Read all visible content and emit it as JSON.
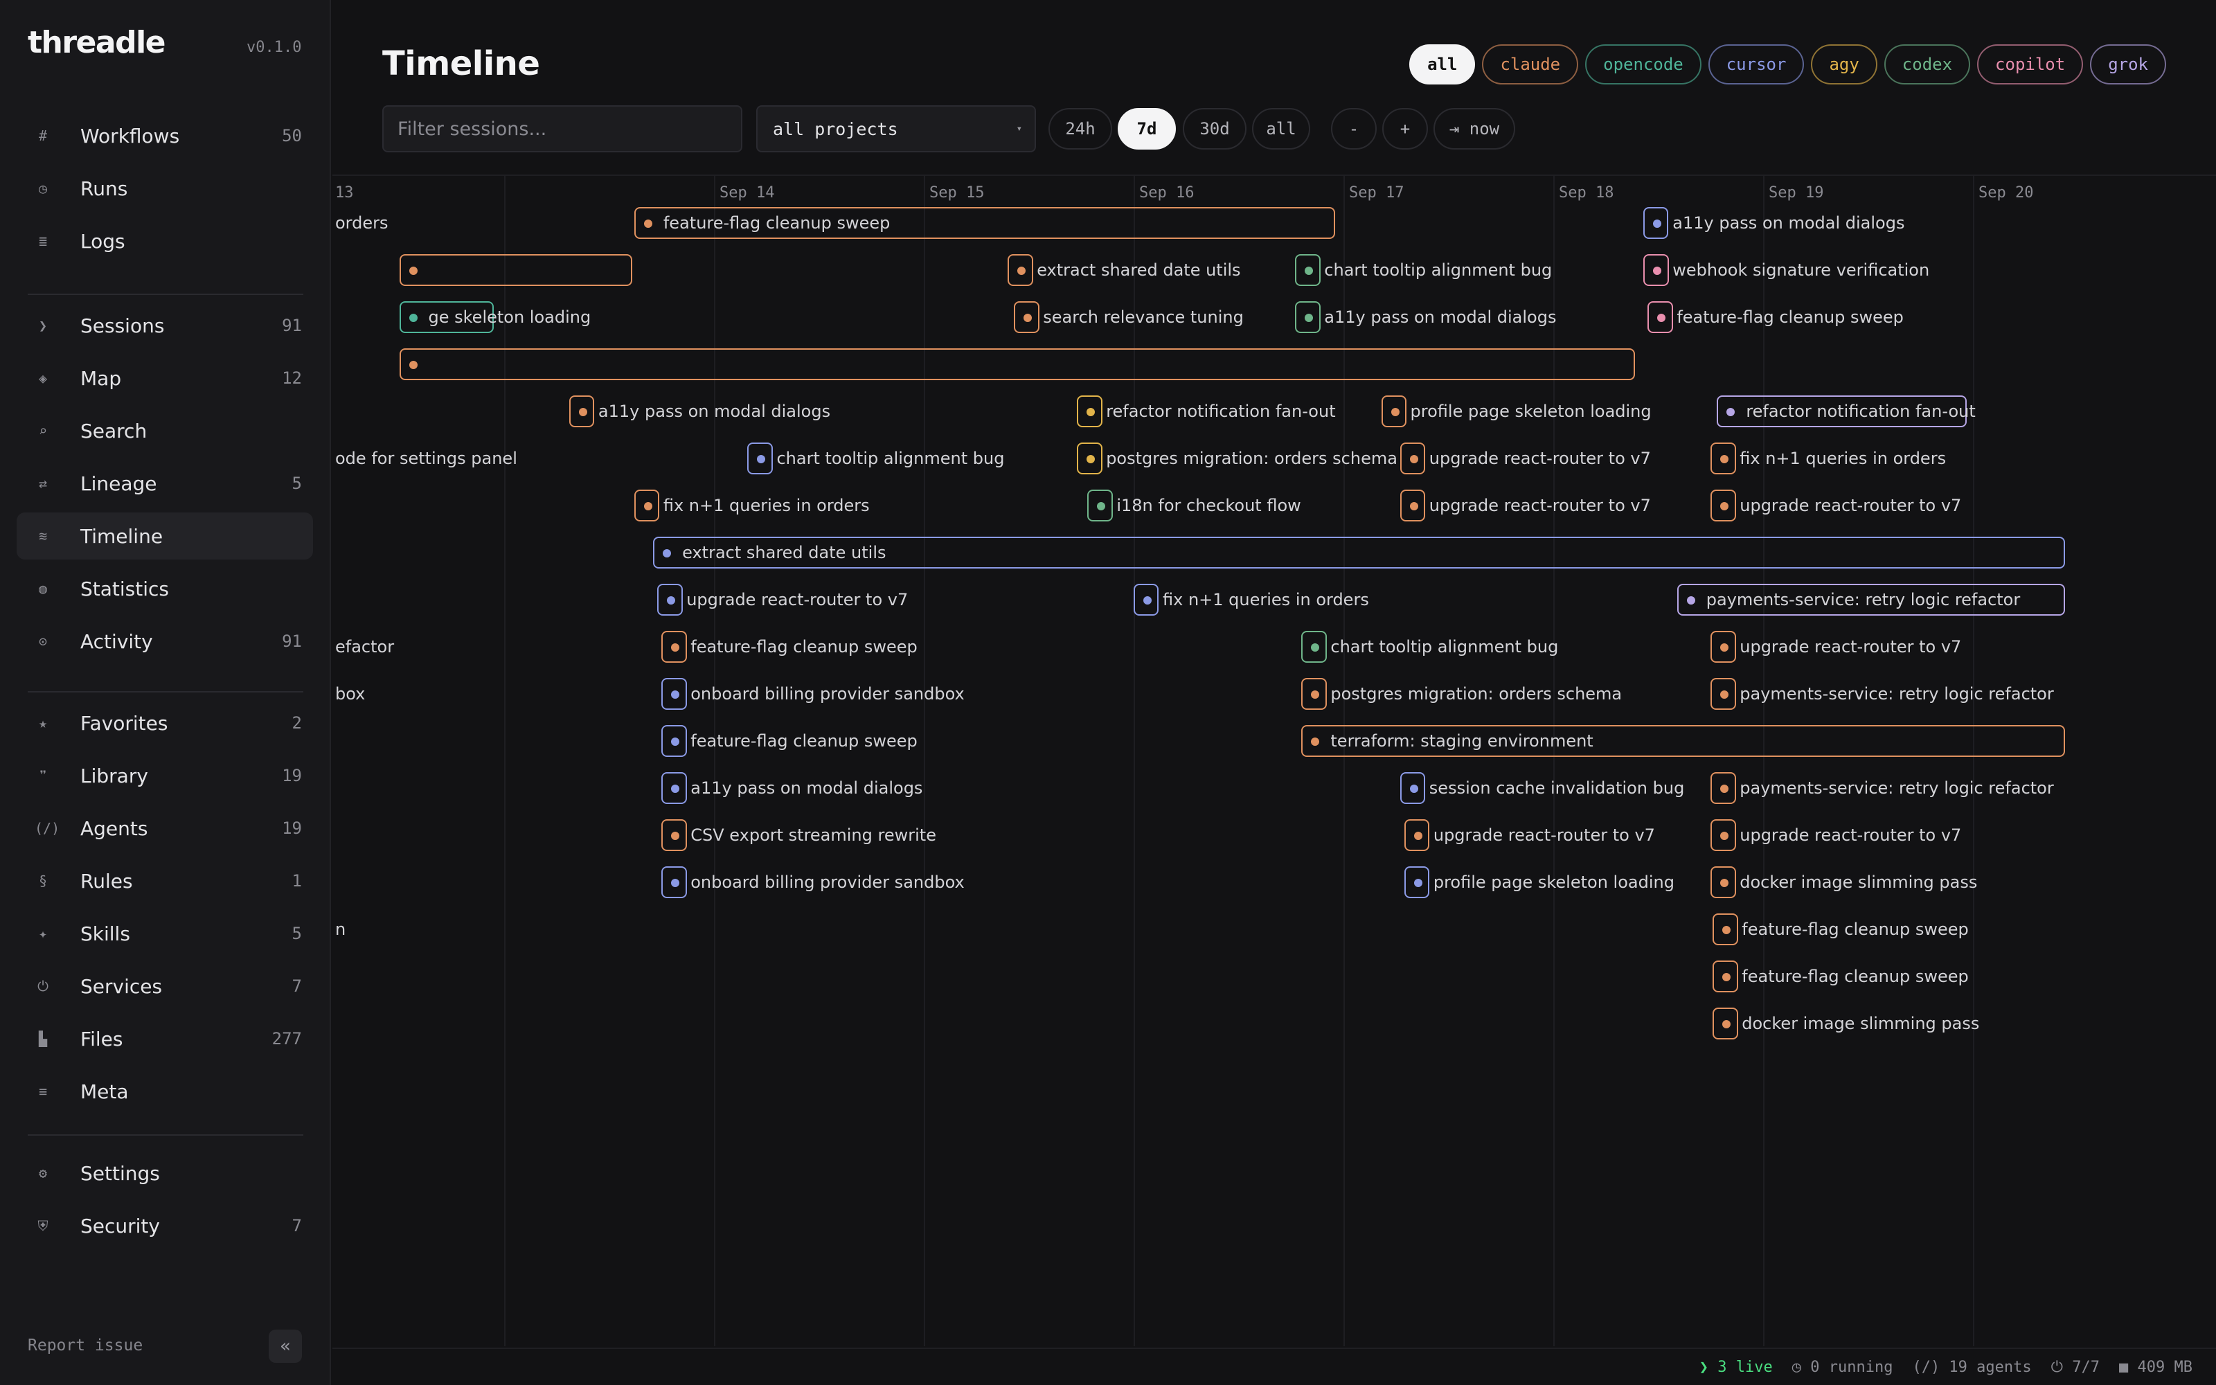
{
  "brand": "threadle",
  "version": "v0.1.0",
  "nav": [
    {
      "key": "workflows",
      "icon": "#",
      "label": "Workflows",
      "count": "50"
    },
    {
      "key": "runs",
      "icon": "◷",
      "label": "Runs",
      "count": ""
    },
    {
      "key": "logs",
      "icon": "≣",
      "label": "Logs",
      "count": ""
    },
    {
      "key": "sessions",
      "icon": "❯",
      "label": "Sessions",
      "count": "91"
    },
    {
      "key": "map",
      "icon": "◈",
      "label": "Map",
      "count": "12"
    },
    {
      "key": "search",
      "icon": "⌕",
      "label": "Search",
      "count": ""
    },
    {
      "key": "lineage",
      "icon": "⇄",
      "label": "Lineage",
      "count": "5"
    },
    {
      "key": "timeline",
      "icon": "≋",
      "label": "Timeline",
      "count": "",
      "active": true
    },
    {
      "key": "statistics",
      "icon": "◍",
      "label": "Statistics",
      "count": ""
    },
    {
      "key": "activity",
      "icon": "⊙",
      "label": "Activity",
      "count": "91"
    },
    {
      "key": "favorites",
      "icon": "★",
      "label": "Favorites",
      "count": "2"
    },
    {
      "key": "library",
      "icon": "❞",
      "label": "Library",
      "count": "19"
    },
    {
      "key": "agents",
      "icon": "(/)",
      "label": "Agents",
      "count": "19"
    },
    {
      "key": "rules",
      "icon": "§",
      "label": "Rules",
      "count": "1"
    },
    {
      "key": "skills",
      "icon": "✦",
      "label": "Skills",
      "count": "5"
    },
    {
      "key": "services",
      "icon": "⏻",
      "label": "Services",
      "count": "7"
    },
    {
      "key": "files",
      "icon": "▙",
      "label": "Files",
      "count": "277"
    },
    {
      "key": "meta",
      "icon": "≡",
      "label": "Meta",
      "count": ""
    },
    {
      "key": "settings",
      "icon": "⚙",
      "label": "Settings",
      "count": ""
    },
    {
      "key": "security",
      "icon": "⛨",
      "label": "Security",
      "count": "7"
    }
  ],
  "report_issue": "Report issue",
  "collapse_icon": "«",
  "page_title": "Timeline",
  "agent_filters": [
    {
      "label": "all",
      "color": "#f4f4f5",
      "selected": true
    },
    {
      "label": "claude",
      "color": "#e0915f"
    },
    {
      "label": "opencode",
      "color": "#4fb59a"
    },
    {
      "label": "cursor",
      "color": "#8b9ae6"
    },
    {
      "label": "agy",
      "color": "#e2b44a"
    },
    {
      "label": "codex",
      "color": "#6fb58a"
    },
    {
      "label": "copilot",
      "color": "#e98fae"
    },
    {
      "label": "grok",
      "color": "#b6a6e6"
    }
  ],
  "filter": {
    "placeholder": "Filter sessions...",
    "value": ""
  },
  "project_select": {
    "value": "all projects",
    "caret": "▾"
  },
  "time_ranges": [
    {
      "label": "24h"
    },
    {
      "label": "7d",
      "selected": true
    },
    {
      "label": "30d"
    },
    {
      "label": "all"
    }
  ],
  "zoom_out_label": "-",
  "zoom_in_label": "+",
  "now_label": "⇥ now",
  "colors": {
    "claude": "#e0915f",
    "opencode": "#4fb59a",
    "cursor": "#8b9ae6",
    "agy": "#e2b44a",
    "codex": "#6fb58a",
    "copilot": "#e98fae",
    "grok": "#b6a6e6"
  },
  "timeline": {
    "day_labels": [
      {
        "label": "13",
        "day": 13
      },
      {
        "label": "Sep 14",
        "day": 14
      },
      {
        "label": "Sep 15",
        "day": 15
      },
      {
        "label": "Sep 16",
        "day": 16
      },
      {
        "label": "Sep 17",
        "day": 17
      },
      {
        "label": "Sep 18",
        "day": 18
      },
      {
        "label": "Sep 19",
        "day": 19
      },
      {
        "label": "Sep 20",
        "day": 20
      }
    ],
    "sessions": [
      {
        "row": 0,
        "start": 12.5,
        "end": 13.06,
        "agent": "claude",
        "label": "orders",
        "text_only": true
      },
      {
        "row": 0,
        "start": 13.62,
        "end": 16.96,
        "agent": "claude",
        "label": "feature-flag cleanup sweep"
      },
      {
        "row": 0,
        "start": 18.43,
        "end": 18.54,
        "agent": "cursor",
        "label": "a11y pass on modal dialogs"
      },
      {
        "row": 1,
        "start": 12.5,
        "end": 13.61,
        "agent": "claude",
        "label": ""
      },
      {
        "row": 1,
        "start": 15.4,
        "end": 15.52,
        "agent": "claude",
        "label": "extract shared date utils"
      },
      {
        "row": 1,
        "start": 16.77,
        "end": 16.89,
        "agent": "codex",
        "label": "chart tooltip alignment bug"
      },
      {
        "row": 1,
        "start": 18.43,
        "end": 18.55,
        "agent": "copilot",
        "label": "webhook signature verification"
      },
      {
        "row": 2,
        "start": 12.5,
        "end": 12.95,
        "agent": "opencode",
        "label": "ge skeleton loading",
        "text_only_start": 12.5
      },
      {
        "row": 2,
        "start": 15.43,
        "end": 15.55,
        "agent": "claude",
        "label": "search relevance tuning"
      },
      {
        "row": 2,
        "start": 16.77,
        "end": 16.89,
        "agent": "codex",
        "label": "a11y pass on modal dialogs"
      },
      {
        "row": 2,
        "start": 18.45,
        "end": 18.57,
        "agent": "copilot",
        "label": "feature-flag cleanup sweep"
      },
      {
        "row": 3,
        "start": 12.5,
        "end": 18.39,
        "agent": "claude",
        "label": ""
      },
      {
        "row": 4,
        "start": 13.31,
        "end": 13.43,
        "agent": "claude",
        "label": "a11y pass on modal dialogs"
      },
      {
        "row": 4,
        "start": 15.73,
        "end": 15.85,
        "agent": "agy",
        "label": "refactor notification fan-out"
      },
      {
        "row": 4,
        "start": 17.18,
        "end": 17.3,
        "agent": "claude",
        "label": "profile page skeleton loading"
      },
      {
        "row": 4,
        "start": 18.78,
        "end": 19.97,
        "agent": "grok",
        "label": "refactor notification fan-out"
      },
      {
        "row": 5,
        "start": 12.5,
        "end": 12.5,
        "agent": "claude",
        "label": "ode for settings panel",
        "text_only": true
      },
      {
        "row": 5,
        "start": 14.16,
        "end": 14.28,
        "agent": "cursor",
        "label": "chart tooltip alignment bug"
      },
      {
        "row": 5,
        "start": 15.73,
        "end": 15.85,
        "agent": "agy",
        "label": "postgres migration: orders schema"
      },
      {
        "row": 5,
        "start": 17.27,
        "end": 17.39,
        "agent": "claude",
        "label": "upgrade react-router to v7"
      },
      {
        "row": 5,
        "start": 18.75,
        "end": 18.87,
        "agent": "claude",
        "label": "fix n+1 queries in orders"
      },
      {
        "row": 6,
        "start": 13.62,
        "end": 13.74,
        "agent": "claude",
        "label": "fix n+1 queries in orders"
      },
      {
        "row": 6,
        "start": 15.78,
        "end": 15.9,
        "agent": "codex",
        "label": "i18n for checkout flow"
      },
      {
        "row": 6,
        "start": 17.27,
        "end": 17.39,
        "agent": "claude",
        "label": "upgrade react-router to v7"
      },
      {
        "row": 6,
        "start": 18.75,
        "end": 18.87,
        "agent": "claude",
        "label": "upgrade react-router to v7"
      },
      {
        "row": 7,
        "start": 13.71,
        "end": 20.44,
        "agent": "cursor",
        "label": "extract shared date utils"
      },
      {
        "row": 8,
        "start": 13.73,
        "end": 13.85,
        "agent": "cursor",
        "label": "upgrade react-router to v7"
      },
      {
        "row": 8,
        "start": 16.0,
        "end": 16.12,
        "agent": "cursor",
        "label": "fix n+1 queries in orders"
      },
      {
        "row": 8,
        "start": 18.59,
        "end": 20.44,
        "agent": "grok",
        "label": "payments-service: retry logic refactor"
      },
      {
        "row": 9,
        "start": 12.5,
        "end": 12.5,
        "agent": "claude",
        "label": "efactor",
        "text_only": true
      },
      {
        "row": 9,
        "start": 13.75,
        "end": 13.87,
        "agent": "claude",
        "label": "feature-flag cleanup sweep"
      },
      {
        "row": 9,
        "start": 16.8,
        "end": 16.92,
        "agent": "codex",
        "label": "chart tooltip alignment bug"
      },
      {
        "row": 9,
        "start": 18.75,
        "end": 18.87,
        "agent": "claude",
        "label": "upgrade react-router to v7"
      },
      {
        "row": 10,
        "start": 12.5,
        "end": 12.5,
        "agent": "claude",
        "label": "box",
        "text_only": true
      },
      {
        "row": 10,
        "start": 13.75,
        "end": 13.87,
        "agent": "cursor",
        "label": "onboard billing provider sandbox"
      },
      {
        "row": 10,
        "start": 16.8,
        "end": 16.92,
        "agent": "claude",
        "label": "postgres migration: orders schema"
      },
      {
        "row": 10,
        "start": 18.75,
        "end": 18.87,
        "agent": "claude",
        "label": "payments-service: retry logic refactor"
      },
      {
        "row": 11,
        "start": 13.75,
        "end": 13.87,
        "agent": "cursor",
        "label": "feature-flag cleanup sweep"
      },
      {
        "row": 11,
        "start": 16.8,
        "end": 20.44,
        "agent": "claude",
        "label": "terraform: staging environment"
      },
      {
        "row": 12,
        "start": 13.75,
        "end": 13.87,
        "agent": "cursor",
        "label": "a11y pass on modal dialogs"
      },
      {
        "row": 12,
        "start": 17.27,
        "end": 17.39,
        "agent": "cursor",
        "label": "session cache invalidation bug"
      },
      {
        "row": 12,
        "start": 18.75,
        "end": 18.87,
        "agent": "claude",
        "label": "payments-service: retry logic refactor"
      },
      {
        "row": 13,
        "start": 13.75,
        "end": 13.87,
        "agent": "claude",
        "label": "CSV export streaming rewrite"
      },
      {
        "row": 13,
        "start": 17.29,
        "end": 17.41,
        "agent": "claude",
        "label": "upgrade react-router to v7"
      },
      {
        "row": 13,
        "start": 18.75,
        "end": 18.87,
        "agent": "claude",
        "label": "upgrade react-router to v7"
      },
      {
        "row": 14,
        "start": 13.75,
        "end": 13.87,
        "agent": "cursor",
        "label": "onboard billing provider sandbox"
      },
      {
        "row": 14,
        "start": 17.29,
        "end": 17.41,
        "agent": "cursor",
        "label": "profile page skeleton loading"
      },
      {
        "row": 14,
        "start": 18.75,
        "end": 18.87,
        "agent": "claude",
        "label": "docker image slimming pass"
      },
      {
        "row": 15,
        "start": 12.5,
        "end": 12.5,
        "agent": "claude",
        "label": "n",
        "text_only": true
      },
      {
        "row": 15,
        "start": 18.76,
        "end": 18.88,
        "agent": "claude",
        "label": "feature-flag cleanup sweep"
      },
      {
        "row": 16,
        "start": 18.76,
        "end": 18.88,
        "agent": "claude",
        "label": "feature-flag cleanup sweep"
      },
      {
        "row": 17,
        "start": 18.76,
        "end": 18.88,
        "agent": "claude",
        "label": "docker image slimming pass"
      }
    ]
  },
  "status": {
    "live": "❯ 3 live",
    "running": "◷ 0 running",
    "agents": "(/) 19 agents",
    "services": "⏻ 7/7",
    "memory": "■ 409 MB"
  }
}
